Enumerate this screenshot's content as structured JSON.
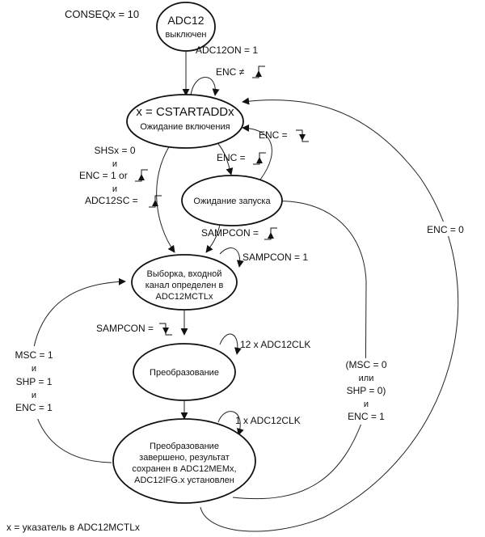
{
  "diagram": {
    "mode_label": "CONSEQx = 10",
    "footnote": "x = указатель в ADC12MCTLx",
    "colors": {
      "line": "#222222",
      "text": "#111111",
      "background": "#ffffff"
    },
    "nodes": {
      "off": {
        "lines": [
          "ADC12",
          "выключен"
        ]
      },
      "wait_enable": {
        "lines": [
          "x = CSTARTADDx",
          "Ожидание включения"
        ]
      },
      "wait_trigger": {
        "lines": [
          "Ожидание запуска"
        ]
      },
      "sample": {
        "lines": [
          "Выборка, входной",
          "канал определен в",
          "ADC12MCTLx"
        ]
      },
      "convert": {
        "lines": [
          "Преобразование"
        ]
      },
      "done": {
        "lines": [
          "Преобразование",
          "завершено, результат",
          "сохранен в ADC12MEMx,",
          "ADC12IFG.x установлен"
        ]
      }
    },
    "edge_labels": {
      "adc12on": "ADC12ON = 1",
      "enc_not_rise": "ENC ≠",
      "enc_fall": "ENC =",
      "enc_rise": "ENC =",
      "shs_cond": [
        "SHSx = 0",
        "и",
        "ENC = 1 or",
        "и",
        "ADC12SC ="
      ],
      "sampcon_rise": "SAMPCON =",
      "sampcon_1": "SAMPCON = 1",
      "sampcon_fall": "SAMPCON =",
      "clk12": "12 x ADC12CLK",
      "clk1": "1 x ADC12CLK",
      "msc_loop": [
        "MSC = 1",
        "и",
        "SHP = 1",
        "и",
        "ENC = 1"
      ],
      "msc_back": [
        "(MSC = 0",
        "или",
        "SHP = 0)",
        "и",
        "ENC = 1"
      ],
      "enc0": "ENC = 0"
    }
  }
}
